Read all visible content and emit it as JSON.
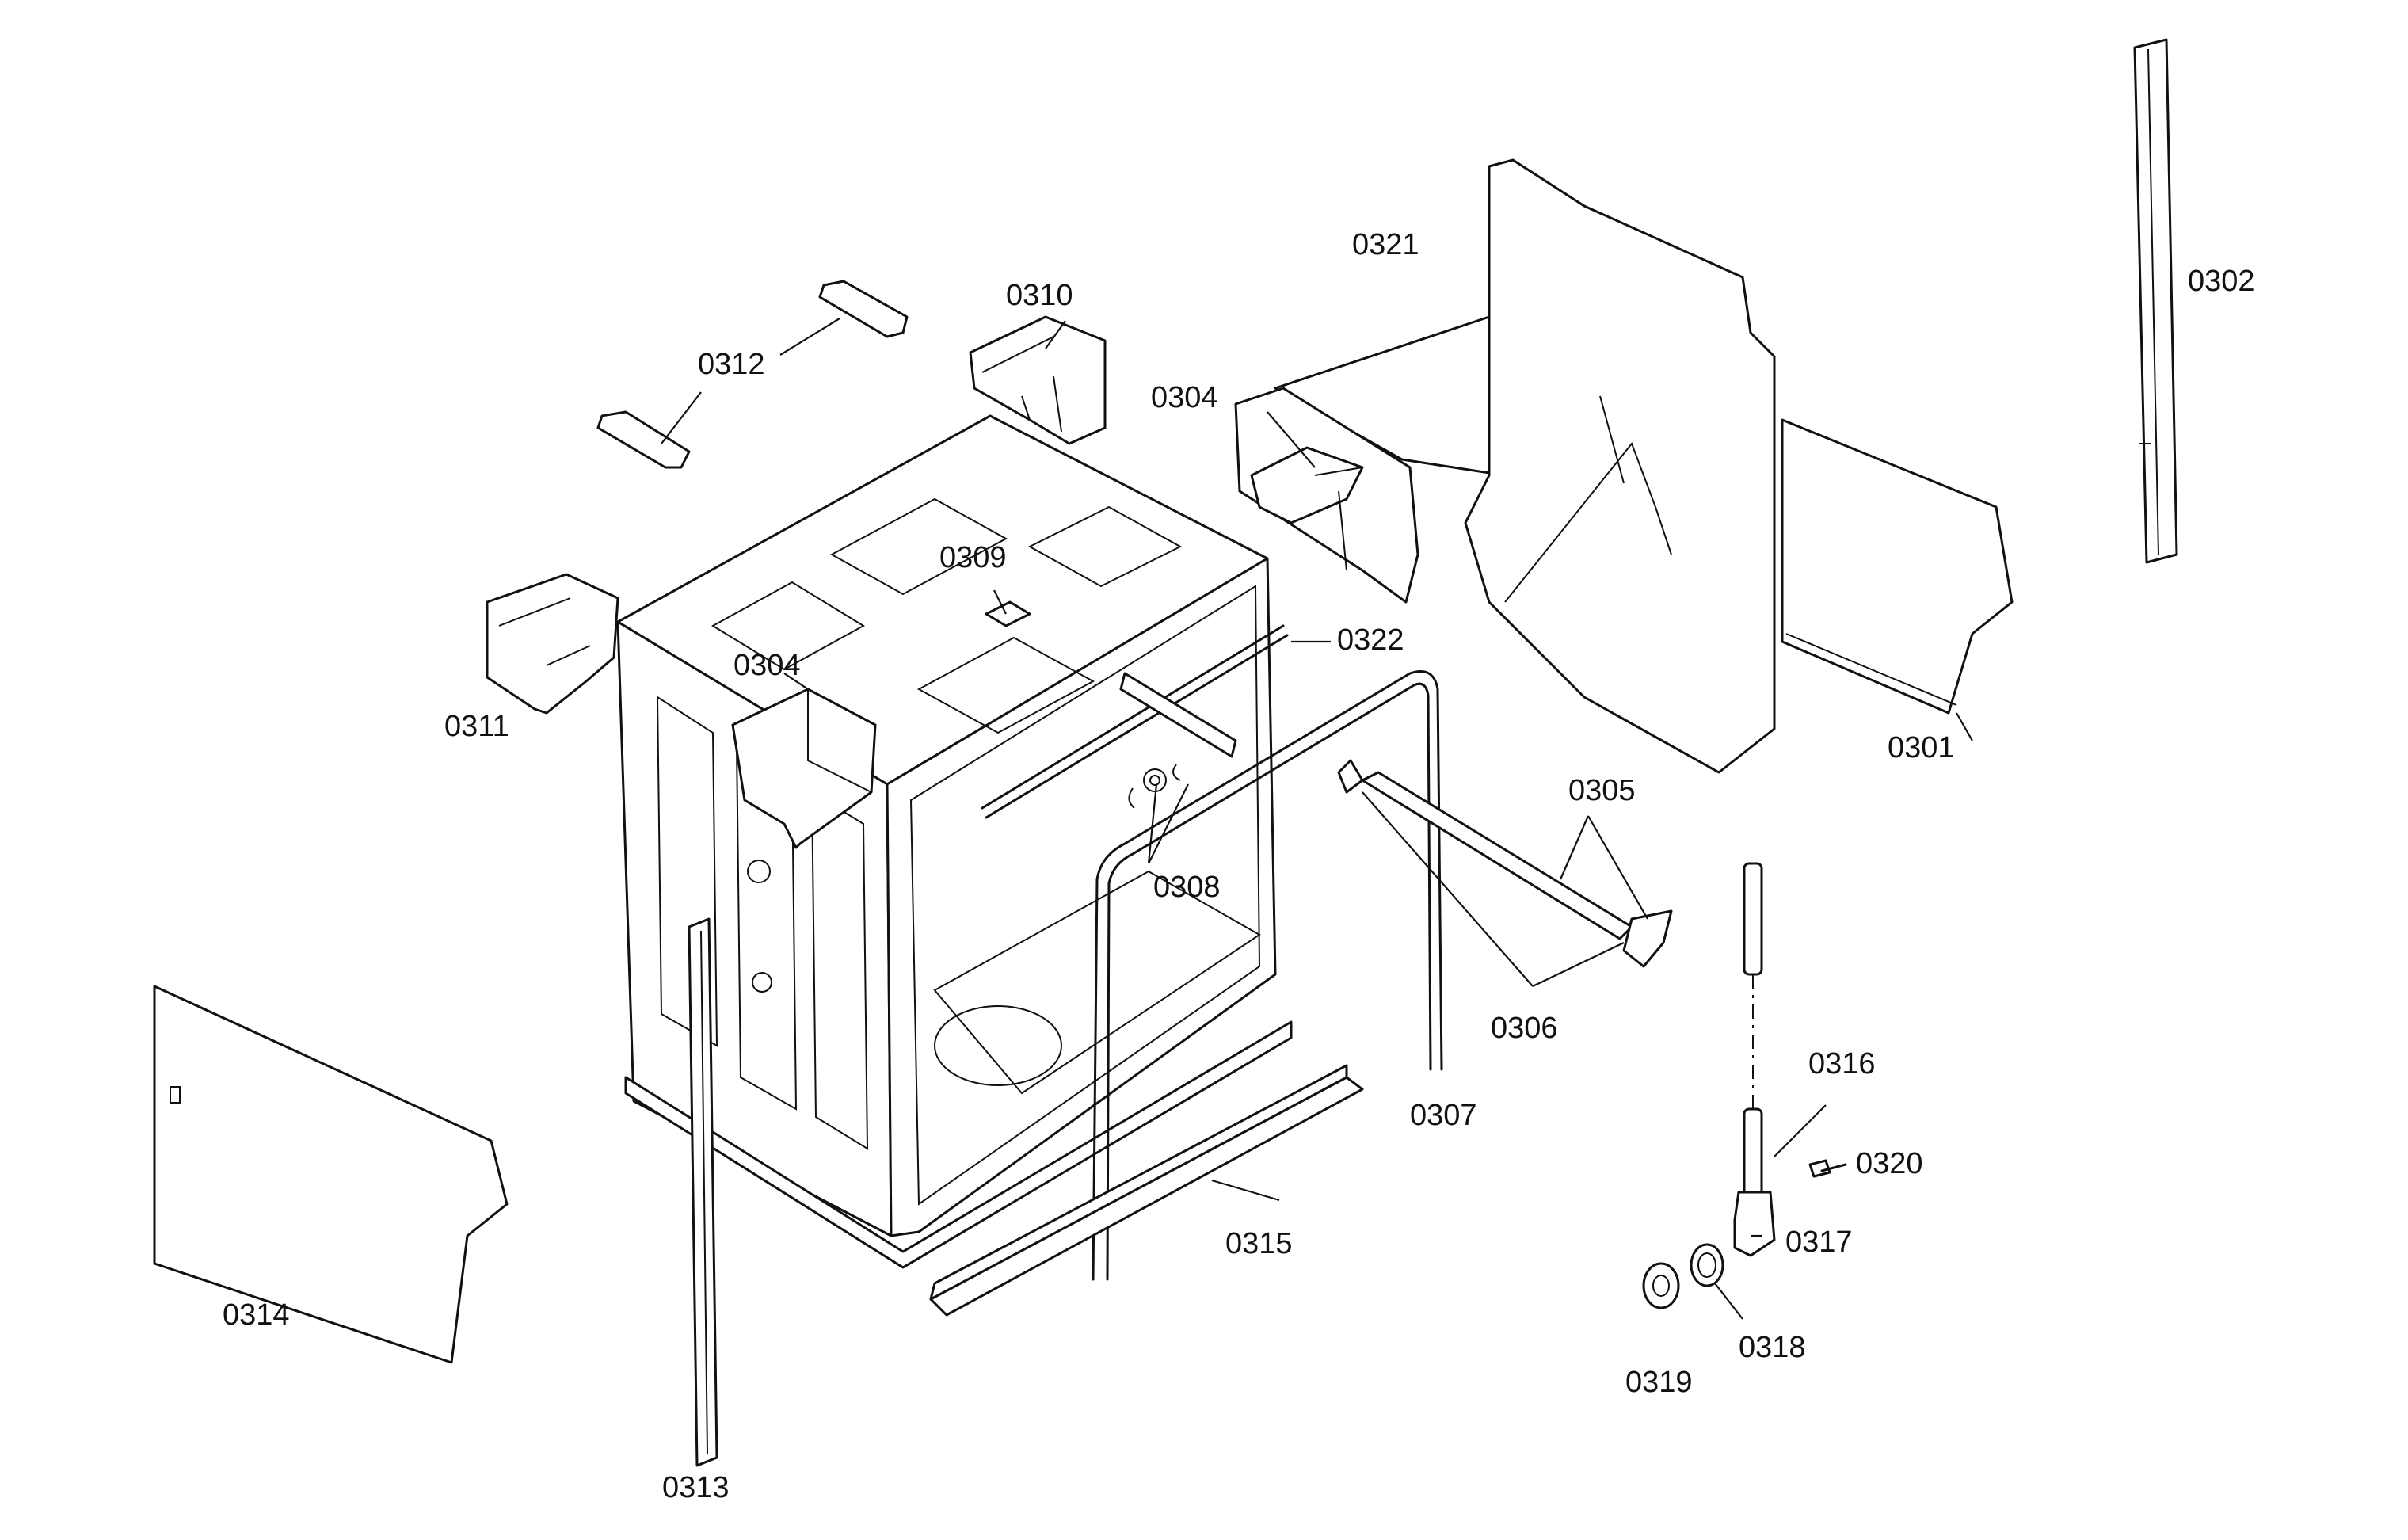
{
  "labels": {
    "p0301": "0301",
    "p0302": "0302",
    "p0304a": "0304",
    "p0304b": "0304",
    "p0305": "0305",
    "p0306": "0306",
    "p0307": "0307",
    "p0308": "0308",
    "p0309": "0309",
    "p0310": "0310",
    "p0311": "0311",
    "p0312": "0312",
    "p0313": "0313",
    "p0314": "0314",
    "p0315": "0315",
    "p0316": "0316",
    "p0317": "0317",
    "p0318": "0318",
    "p0319": "0319",
    "p0320": "0320",
    "p0321": "0321",
    "p0322": "0322"
  },
  "colors": {
    "line": "#111111",
    "background": "#ffffff"
  }
}
